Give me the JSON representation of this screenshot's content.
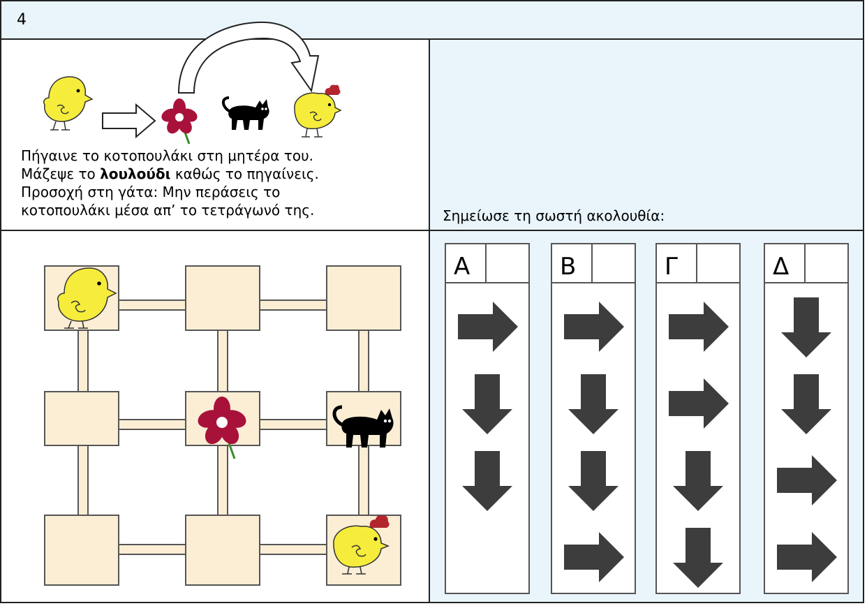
{
  "task_number": "4",
  "instructions": {
    "line1": "Πήγαινε το κοτοπουλάκι στη μητέρα του.",
    "line2_before": "Μάζεψε το ",
    "line2_bold": "λουλούδι",
    "line2_after": " καθώς το πηγαίνεις.",
    "line3": "Προσοχή στη γάτα: Μην περάσεις το",
    "line4": "κοτοπουλάκι μέσα απ’ το τετράγωνό της."
  },
  "answer_prompt": "Σημείωσε τη σωστή ακολουθία:",
  "options": [
    {
      "label": "Α",
      "moves": [
        "right",
        "down",
        "down"
      ]
    },
    {
      "label": "Β",
      "moves": [
        "right",
        "down",
        "down",
        "right"
      ]
    },
    {
      "label": "Γ",
      "moves": [
        "right",
        "right",
        "down",
        "down"
      ]
    },
    {
      "label": "Δ",
      "moves": [
        "down",
        "down",
        "right",
        "right"
      ]
    }
  ],
  "grid": {
    "rows": 3,
    "cols": 3,
    "items": [
      {
        "name": "chick",
        "row": 0,
        "col": 0
      },
      {
        "name": "flower",
        "row": 1,
        "col": 1
      },
      {
        "name": "cat",
        "row": 1,
        "col": 2
      },
      {
        "name": "hen",
        "row": 2,
        "col": 2
      }
    ]
  },
  "colors": {
    "header_bg": "#e9f5fb",
    "tile_fill": "#fbeed5",
    "arrow": "#3d3d3d",
    "flower": "#a8123a",
    "chick": "#f6ec3c",
    "hen_comb": "#b3262e"
  }
}
